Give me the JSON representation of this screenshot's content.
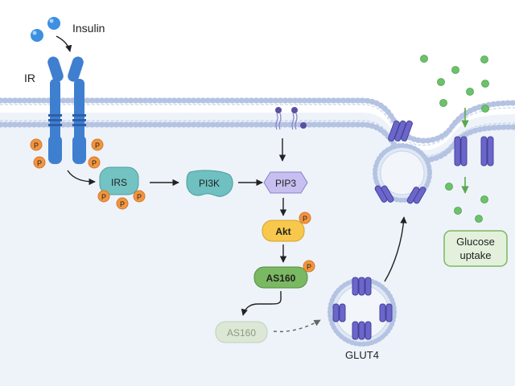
{
  "labels": {
    "insulin": "Insulin",
    "ir": "IR",
    "irs": "IRS",
    "pi3k": "PI3K",
    "pip3": "PIP3",
    "akt": "Akt",
    "as160_active": "AS160",
    "as160_inactive": "AS160",
    "glut4": "GLUT4",
    "glucose_line1": "Glucose",
    "glucose_line2": "uptake",
    "phospho": "P"
  },
  "colors": {
    "cytoplasm": "#eef3fa",
    "membrane_head": "#b4c3e2",
    "receptor": "#3f7fd0",
    "receptor_dark": "#2c5fa8",
    "irs": "#74c3c3",
    "pi3k": "#6fc0c0",
    "pip3": "#c7bff0",
    "akt": "#f7c84c",
    "as160": "#7ab862",
    "as160_inactive": "#dde7d5",
    "phospho": "#f1953f",
    "glut4": "#6b66c9",
    "glucose_dot": "#6cc26a",
    "glucose_box": "#e3f1dc"
  },
  "icons": [
    "insulin-molecule",
    "insulin-receptor",
    "phosphate-badge",
    "glut4-transporter",
    "glucose-molecule",
    "storage-vesicle"
  ]
}
